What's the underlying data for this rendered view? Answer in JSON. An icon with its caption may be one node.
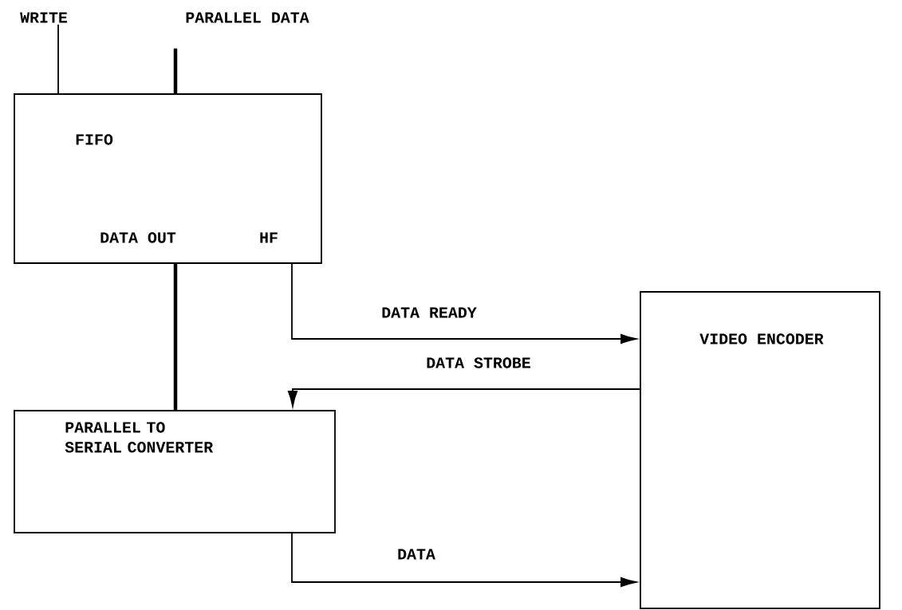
{
  "diagram": {
    "nodes": [
      {
        "text": [
          "WRITE"
        ]
      },
      {
        "text": [
          "PARALLEL DATA"
        ]
      },
      {
        "text": [
          "FIFO",
          "DATA OUT",
          "HF"
        ]
      },
      {
        "text": [
          "PARALLEL TO SERIAL CONVERTER"
        ]
      },
      {
        "text": [
          "VIDEO ENCODER"
        ]
      }
    ],
    "edges": [
      {
        "from": 0,
        "to": 2,
        "arrow": "none"
      },
      {
        "from": 1,
        "to": 2,
        "arrow": "none",
        "style": "thick"
      },
      {
        "from": 2,
        "to": 3,
        "arrow": "none",
        "style": "thick"
      },
      {
        "from": 2,
        "to": 4,
        "arrow": "to",
        "label": "DATA READY"
      },
      {
        "from": 4,
        "to": 3,
        "arrow": "to",
        "label": "DATA STROBE"
      },
      {
        "from": 3,
        "to": 4,
        "arrow": "to",
        "label": "DATA"
      }
    ]
  }
}
